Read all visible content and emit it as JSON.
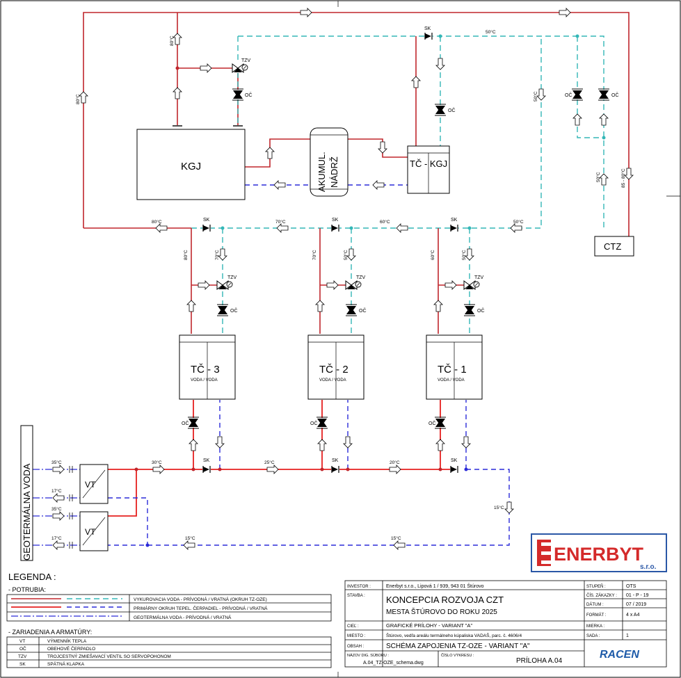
{
  "labels": {
    "kgj": "KGJ",
    "akumul": "AKUMUL.",
    "nadrz": "NÁDRŽ",
    "tc_kgj": "TČ - KGJ",
    "ctz": "CTZ",
    "tc3": "TČ - 3",
    "tc2": "TČ - 2",
    "tc1": "TČ - 1",
    "voda_voda": "VODA / VODA",
    "vt": "VT",
    "geo_title": "GEOTERMÁLNA VODA",
    "sk": "SK",
    "tzv": "TZV",
    "oc": "OČ"
  },
  "temps": {
    "t80": "80°C",
    "t70": "70°C",
    "t60": "60°C",
    "t50": "50°C",
    "t35": "35°C",
    "t30": "30°C",
    "t25": "25°C",
    "t20": "20°C",
    "t17": "17°C",
    "t15": "15°C",
    "t85_80": "85 - 80°C"
  },
  "legend": {
    "title": "LEGENDA :",
    "pipes_title": "- POTRUBIA:",
    "pipes": [
      "VYKUROVACIA VODA - PRÍVODNÁ / VRATNÁ (OKRUH TZ-OZE)",
      "PRIMÁRNY OKRUH TEPEL. ČERPADIEL - PRÍVODNÁ / VRATNÁ",
      "GEOTERMÁLNA VODA - PRÍVODNÁ / VRATNÁ"
    ],
    "equip_title": "- ZARIADENIA A ARMATÚRY:",
    "equipment": [
      {
        "code": "VT",
        "desc": "VÝMENNÍK TEPLA"
      },
      {
        "code": "OČ",
        "desc": "OBEHOVÉ ČERPADLO"
      },
      {
        "code": "TZV",
        "desc": "TROJCESTNÝ ZMIEŠAVACÍ VENTIL SO SERVOPOHONOM"
      },
      {
        "code": "SK",
        "desc": "SPÄTNÁ KLAPKA"
      }
    ]
  },
  "logo": {
    "main": "ENERBYT",
    "sub": "s.r.o."
  },
  "titleblock": {
    "investor_label": "INVESTOR :",
    "investor": "Enerbyt s.r.o., Lipová 1 / 939, 943 01 Štúrovo",
    "stavba_label": "STAVBA :",
    "stavba1": "KONCEPCIA ROZVOJA CZT",
    "stavba2": "MESTA ŠTÚROVO DO ROKU 2025",
    "ciel_label": "CIEĽ :",
    "ciel": "GRAFICKÉ PRÍLOHY - VARIANT \"A\"",
    "miesto_label": "MIESTO :",
    "miesto": "Štúrovo, vedľa areálu termálneho kúpaliska VADAŠ, parc. č. 4606/4",
    "obsah_label": "OBSAH :",
    "obsah": "SCHÉMA ZAPOJENIA TZ-OZE - VARIANT \"A\"",
    "nazov_label": "NÁZOV DIG. SÚBORU :",
    "nazov": "A.04_TZ-OZE_schema.dwg",
    "cislo_label": "ČÍSLO VÝKRESU :",
    "cislo": "PRÍLOHA A.04",
    "stupen_label": "STUPEŇ :",
    "stupen": "OTS",
    "zakazky_label": "ČÍS. ZÁKAZKY :",
    "zakazky": "01 - P - 19",
    "datum_label": "DÁTUM :",
    "datum": "07 / 2019",
    "format_label": "FORMÁT :",
    "format": "4 x A4",
    "mierka_label": "MIERKA :",
    "mierka": "",
    "sada_label": "SADA :",
    "sada": "1",
    "racen": "RACEN"
  },
  "colors": {
    "hot_supply": "#c0262c",
    "heating_return": "#34b7b7",
    "primary_supply": "#e6201f",
    "primary_return": "#2b2bd8",
    "geothermal": "#2b2bd8",
    "logo_red": "#d42a2a",
    "logo_blue": "#2a57a6",
    "racen_blue": "#1d5aa8"
  }
}
